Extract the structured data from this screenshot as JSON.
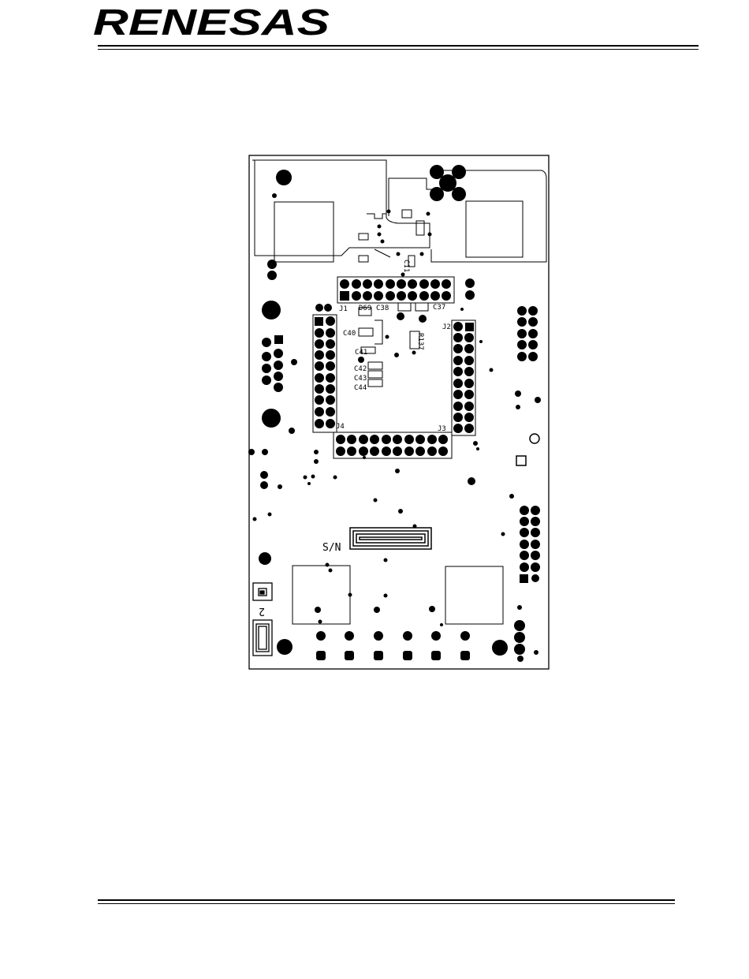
{
  "header": {
    "logo_text": "RENESAS"
  },
  "board": {
    "labels": {
      "j1": "J1",
      "j2": "J2",
      "j3": "J3",
      "j4": "J4",
      "c38": "C38",
      "c37": "C37",
      "d69": "D69",
      "c40": "C40",
      "c41": "C41",
      "c42": "C42",
      "c43": "C43",
      "c44": "C44",
      "r137": "R137",
      "c11": "C11",
      "sn": "S/N",
      "two": "2"
    }
  }
}
